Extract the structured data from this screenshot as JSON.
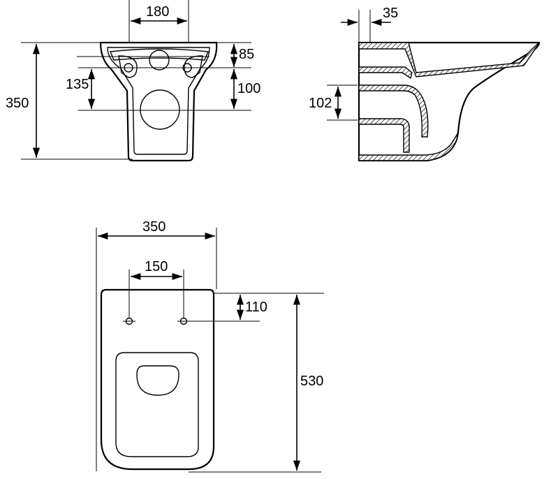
{
  "rear_view": {
    "width_top": "180",
    "hole_offset": "85",
    "height_total": "350",
    "fixing_to_outlet": "135",
    "outlet_height": "100"
  },
  "side_view": {
    "wall_thickness": "35",
    "inlet_height": "102"
  },
  "top_view": {
    "width": "350",
    "hinge_spacing": "150",
    "hinge_offset": "110",
    "length": "530"
  },
  "colors": {
    "line": "#000000",
    "background": "#ffffff"
  }
}
